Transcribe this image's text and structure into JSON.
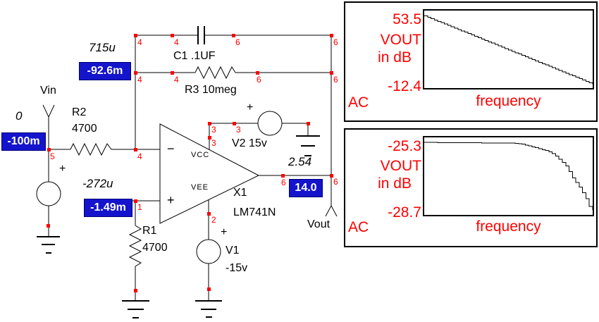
{
  "schematic": {
    "labels": {
      "vin": "Vin",
      "vout": "Vout",
      "r2_name": "R2",
      "r2_value": "4700",
      "r1_name": "R1",
      "r1_value": "4700",
      "r3": "R3 10meg",
      "c1": "C1 .1UF",
      "v2": "V2 15v",
      "v1_name": "V1",
      "v1_value": "-15v",
      "opamp_ref": "X1",
      "opamp_part": "LM741N",
      "vcc": "VCC",
      "vee": "VEE",
      "minus": "−",
      "plus": "+"
    },
    "probe_values": {
      "input_dc": "0",
      "input_ac": "-100m",
      "inverting_dc": "715u",
      "inverting_ac": "-92.6m",
      "noninverting_dc": "-272u",
      "noninverting_ac": "-1.49m",
      "output_dc": "2.54",
      "output_ac": "14.0"
    },
    "nodes": {
      "n1": "1",
      "n2": "2",
      "n3": "3",
      "n4": "4",
      "n5": "5",
      "n6": "6"
    },
    "colors": {
      "wire": "#000000",
      "node_marker": "#ff0000",
      "value_box_bg": "#1414cc",
      "value_box_text": "#ffffff",
      "plot_text": "#ff0000"
    }
  },
  "chart_data": [
    {
      "type": "line",
      "analysis_label": "AC",
      "series_label": "VOUT",
      "unit_label": "in dB",
      "xlabel": "frequency",
      "y_max_label": "53.5",
      "y_min_label": "-12.4",
      "y_max": 53.5,
      "y_min": -12.4,
      "x_range": [
        0,
        1
      ],
      "grid": false,
      "style": "staircase",
      "points": [
        [
          0,
          49.0
        ],
        [
          1,
          -9.0
        ]
      ]
    },
    {
      "type": "line",
      "analysis_label": "AC",
      "series_label": "VOUT",
      "unit_label": "in dB",
      "xlabel": "frequency",
      "y_max_label": "-25.3",
      "y_min_label": "-28.7",
      "y_max": -25.3,
      "y_min": -28.7,
      "x_range": [
        0,
        1
      ],
      "grid": false,
      "style": "staircase",
      "points": [
        [
          0,
          -25.52
        ],
        [
          0.52,
          -25.55
        ],
        [
          0.58,
          -25.6
        ],
        [
          0.66,
          -25.75
        ],
        [
          0.73,
          -25.9
        ],
        [
          0.77,
          -26.05
        ],
        [
          0.81,
          -26.32
        ],
        [
          0.85,
          -26.63
        ],
        [
          0.87,
          -26.97
        ],
        [
          0.9,
          -27.28
        ],
        [
          0.93,
          -27.59
        ],
        [
          0.95,
          -27.87
        ],
        [
          0.97,
          -28.11
        ],
        [
          0.98,
          -28.33
        ],
        [
          1,
          -28.49
        ]
      ]
    }
  ]
}
